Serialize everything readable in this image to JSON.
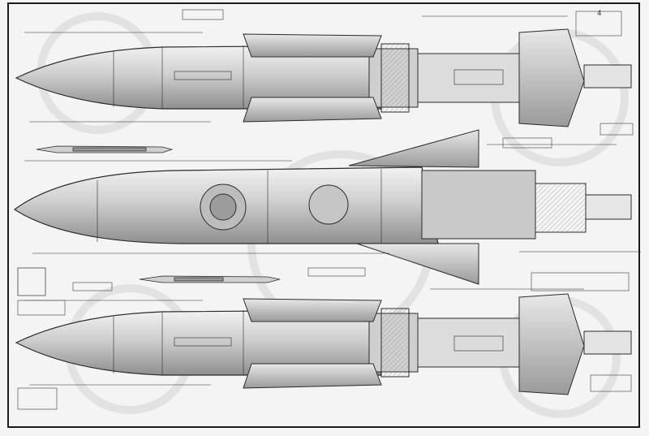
{
  "sheet": {
    "corner_number": "4",
    "colors": {
      "paper": "#f4f4f4",
      "ink": "#2b2b2b",
      "hull": "#d9d9d9",
      "hull_shade": "#a8a8a8",
      "border": "#1a1a1a"
    },
    "views": [
      {
        "name": "top-rocket-view",
        "icon": "rocket-side-profile"
      },
      {
        "name": "middle-rocket-view",
        "icon": "rocket-side-profile-finned"
      },
      {
        "name": "bottom-rocket-view",
        "icon": "rocket-side-profile"
      }
    ],
    "detail_parts": [
      "missile-detail-upper",
      "missile-detail-lower"
    ]
  }
}
